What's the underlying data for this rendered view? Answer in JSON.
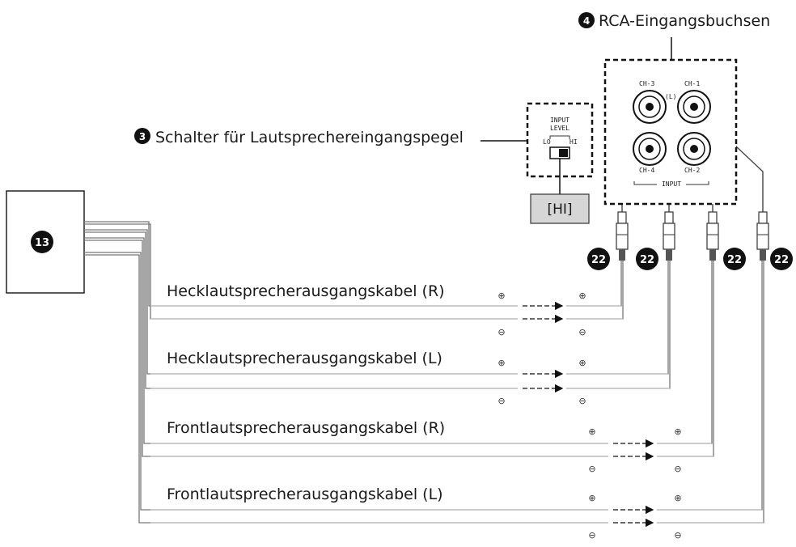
{
  "labels": {
    "rca_title": "RCA-Eingangsbuchsen",
    "switch_title": "Schalter für Lautsprechereingangspegel",
    "hi_box": "[HI]",
    "unit_badge": "13",
    "plug_badge": "22",
    "callout_rca": "4",
    "callout_switch": "3",
    "input_level_line1": "INPUT",
    "input_level_line2": "LEVEL",
    "lo": "LO",
    "hi": "HI",
    "ch1": "CH-1",
    "ch2": "CH-2",
    "ch3": "CH-3",
    "ch4": "CH-4",
    "left_mark": "(L)",
    "input_label": "INPUT"
  },
  "cables": [
    {
      "label": "Hecklautsprecherausgangskabel (R)",
      "plus": "⊕",
      "minus": "⊖"
    },
    {
      "label": "Hecklautsprecherausgangskabel (L)",
      "plus": "⊕",
      "minus": "⊖"
    },
    {
      "label": "Frontlautsprecherausgangskabel (R)",
      "plus": "⊕",
      "minus": "⊖"
    },
    {
      "label": "Frontlautsprecherausgangskabel (L)",
      "plus": "⊕",
      "minus": "⊖"
    }
  ]
}
